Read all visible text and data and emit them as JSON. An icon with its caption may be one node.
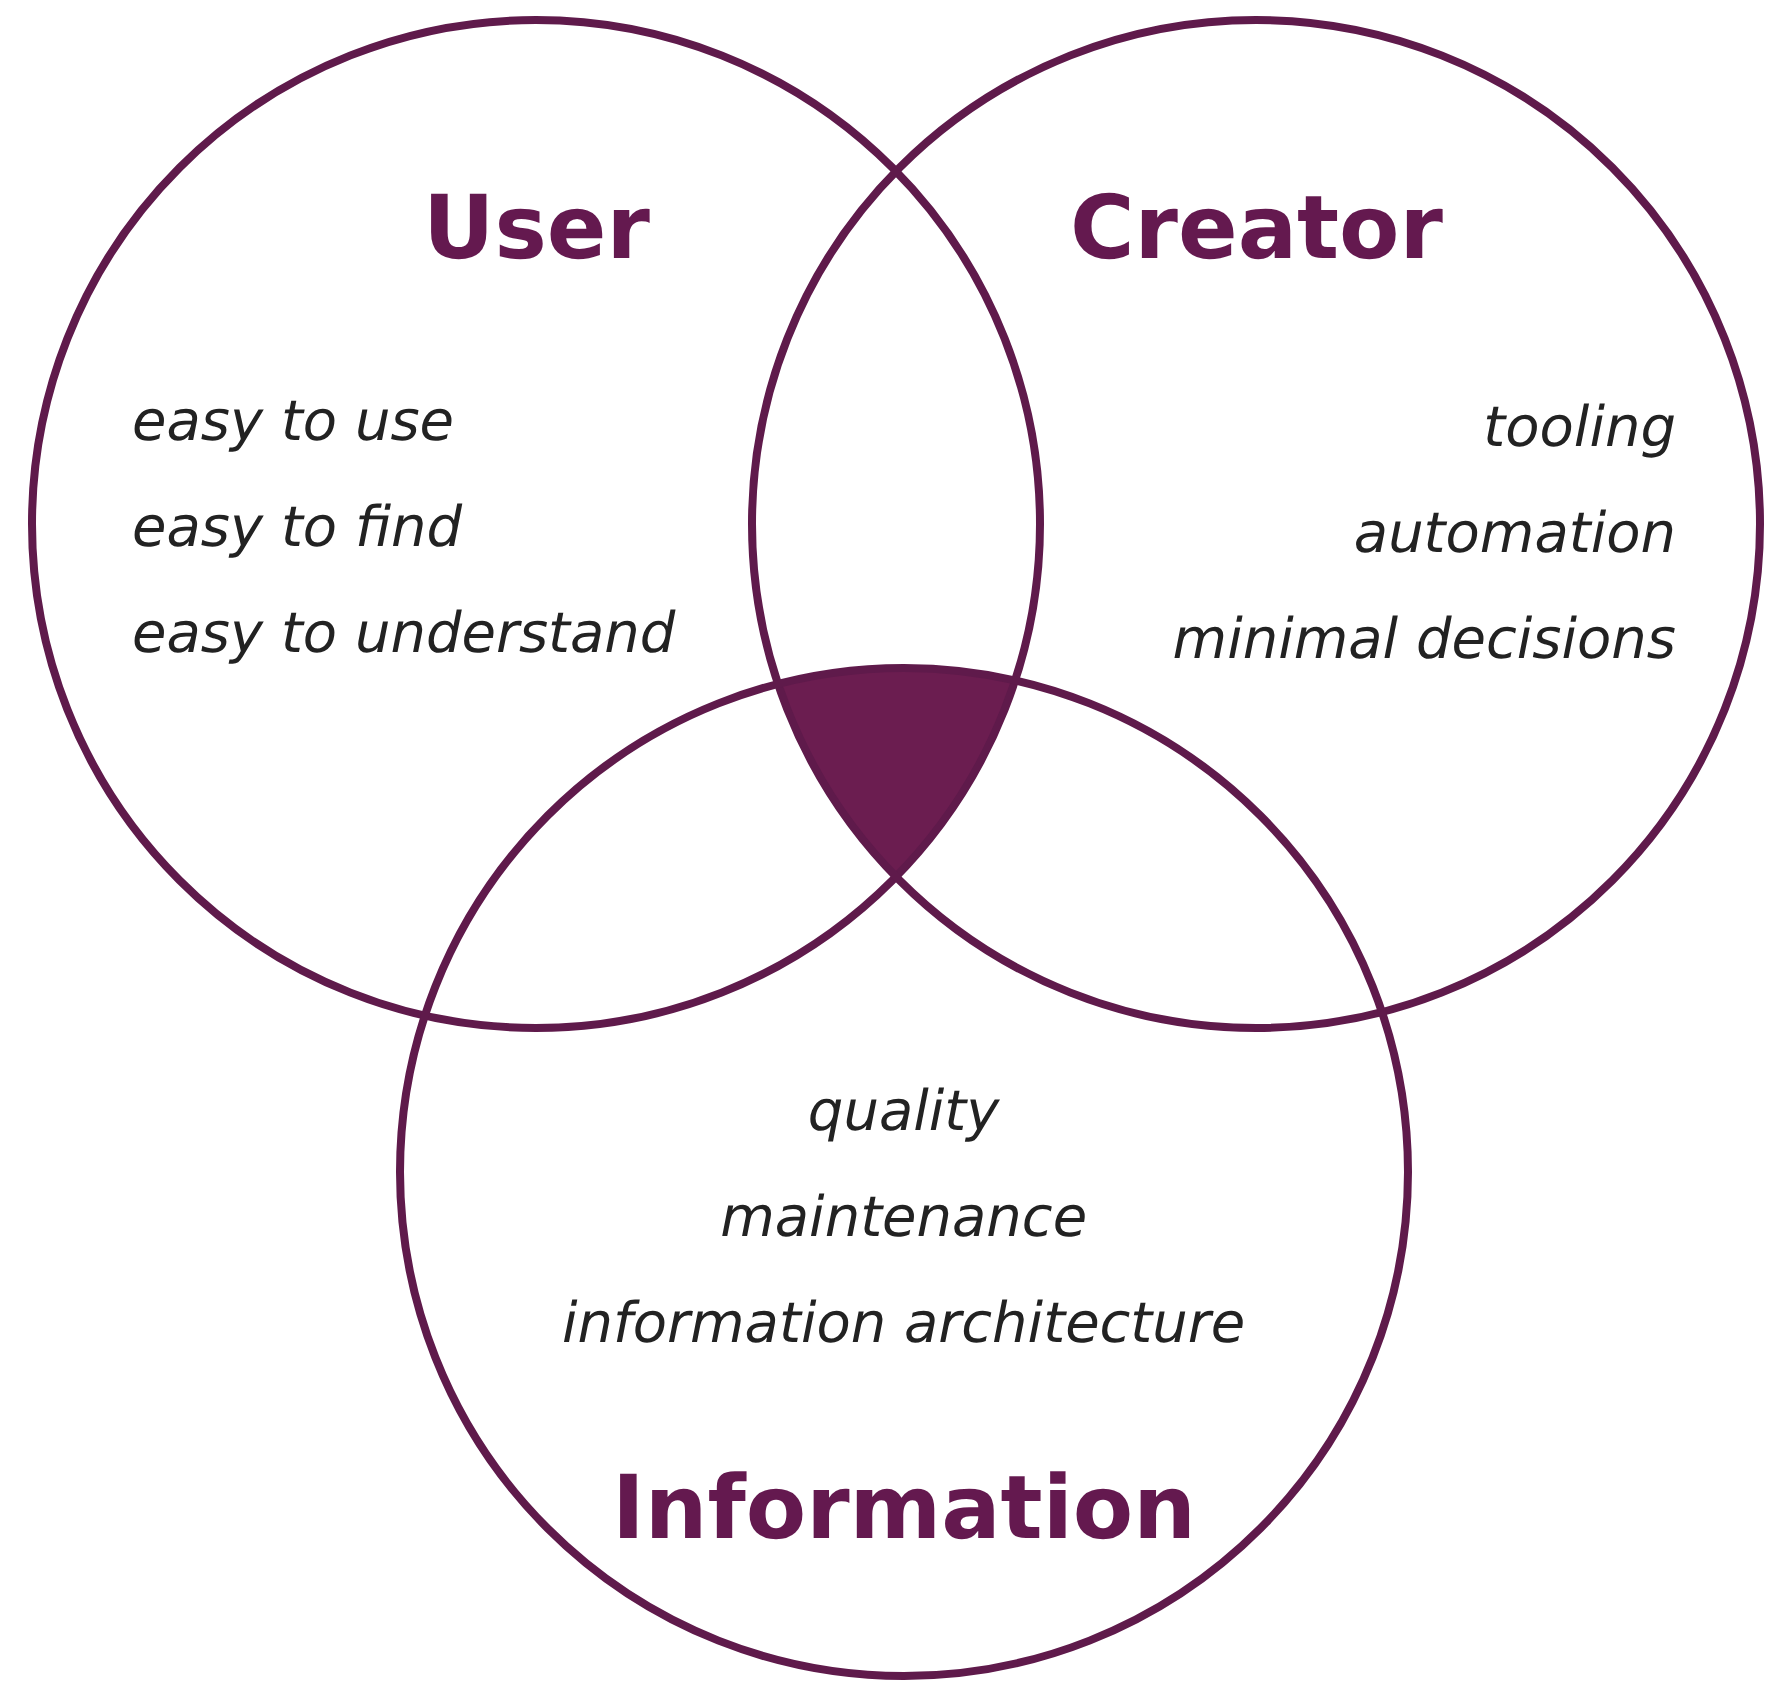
{
  "diagram": {
    "nodes": [
      {
        "text": [
          "User",
          "easy to use",
          "easy to find",
          "easy to understand"
        ]
      },
      {
        "text": [
          "Creator",
          "tooling",
          "automation",
          "minimal decisions"
        ]
      },
      {
        "text": [
          "Information",
          "quality",
          "maintenance",
          "information architecture"
        ]
      }
    ]
  }
}
